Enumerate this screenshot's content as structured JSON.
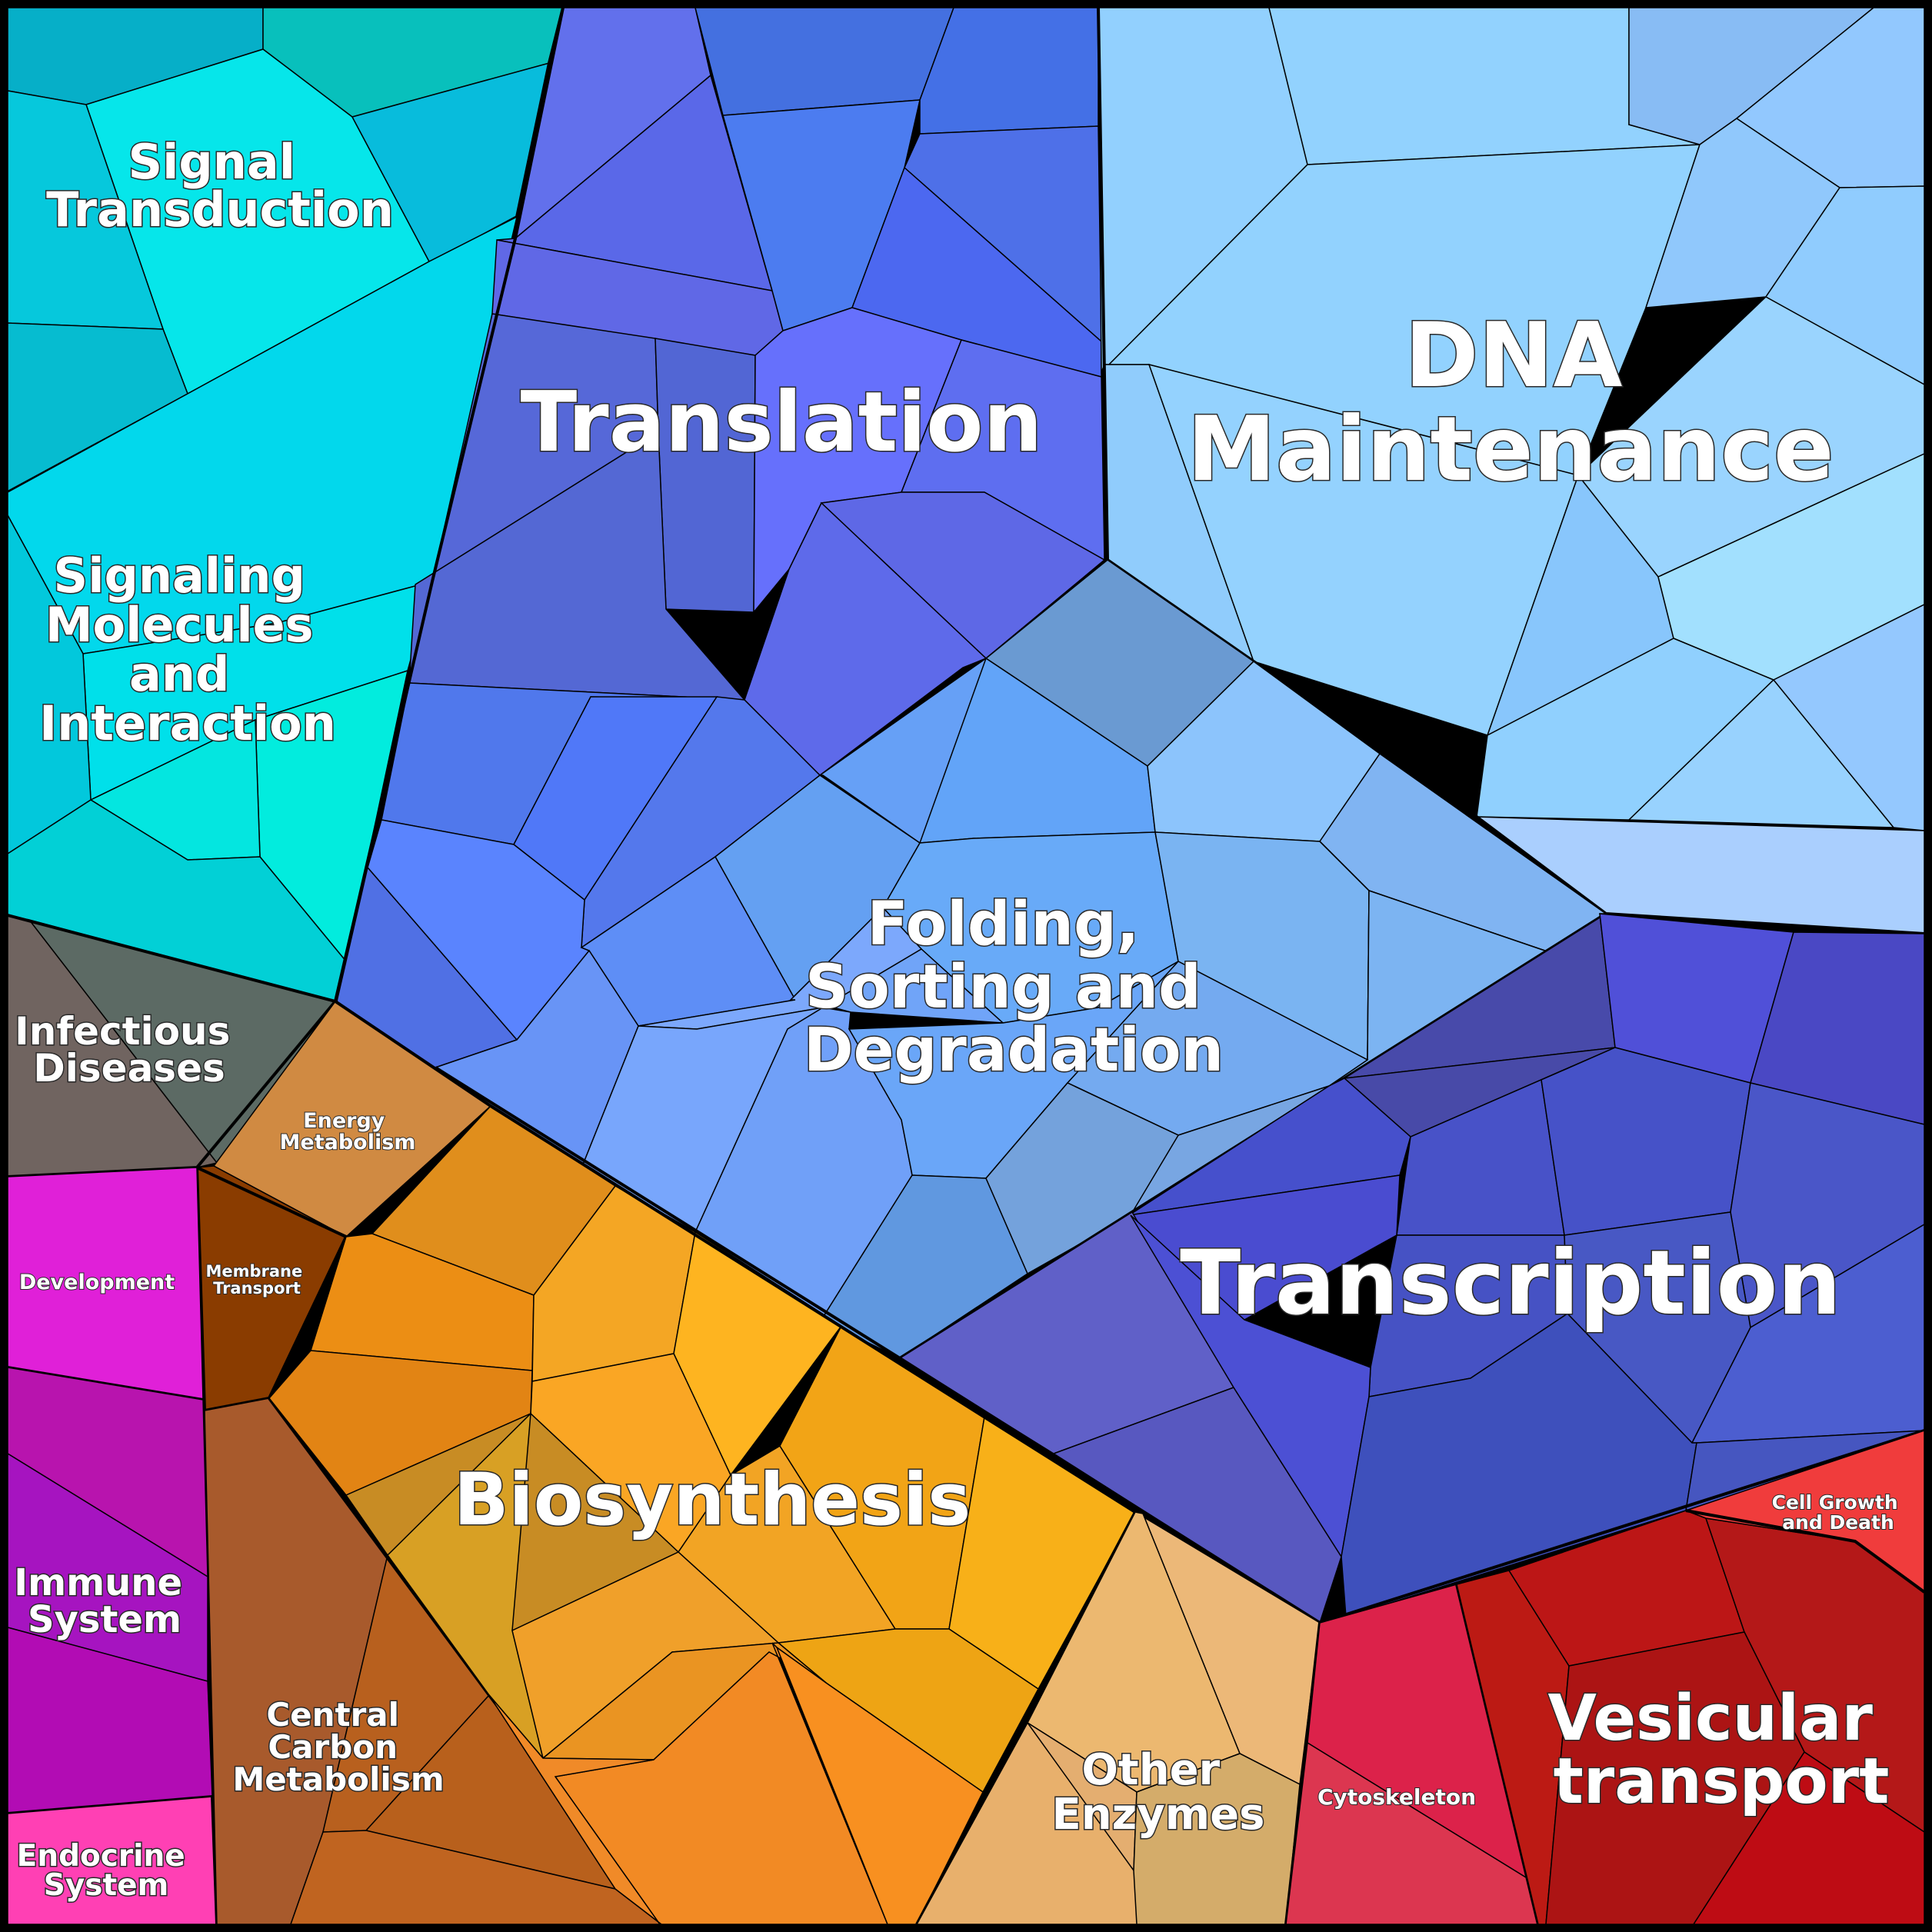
{
  "categories": [
    {
      "id": "signal-transduction",
      "lines": [
        "Signal",
        "Transduction"
      ],
      "color": "#08c4dc"
    },
    {
      "id": "signaling-molecules",
      "lines": [
        "Signaling",
        "Molecules",
        "and",
        "Interaction"
      ],
      "color": "#00dcec"
    },
    {
      "id": "translation",
      "lines": [
        "Translation"
      ],
      "color": "#5a6ee6"
    },
    {
      "id": "dna-maintenance",
      "lines": [
        "DNA",
        "Maintenance"
      ],
      "color": "#94d2ff"
    },
    {
      "id": "folding",
      "lines": [
        "Folding,",
        "Sorting and",
        "Degradation"
      ],
      "color": "#6aa6f4"
    },
    {
      "id": "transcription",
      "lines": [
        "Transcription"
      ],
      "color": "#4654c8"
    },
    {
      "id": "infectious-diseases",
      "lines": [
        "Infectious",
        "Diseases"
      ],
      "color": "#6c6c6c"
    },
    {
      "id": "energy-metabolism",
      "lines": [
        "Energy",
        "Metabolism"
      ],
      "color": "#d08c44"
    },
    {
      "id": "membrane-transport",
      "lines": [
        "Membrane",
        "Transport"
      ],
      "color": "#8a3c00"
    },
    {
      "id": "development",
      "lines": [
        "Development"
      ],
      "color": "#e020d8"
    },
    {
      "id": "biosynthesis",
      "lines": [
        "Biosynthesis"
      ],
      "color": "#f0a020"
    },
    {
      "id": "immune-system",
      "lines": [
        "Immune",
        "System"
      ],
      "color": "#b814b4"
    },
    {
      "id": "endocrine-system",
      "lines": [
        "Endocrine",
        "System"
      ],
      "color": "#ff40b4"
    },
    {
      "id": "central-carbon",
      "lines": [
        "Central",
        "Carbon",
        "Metabolism"
      ],
      "color": "#b05a24"
    },
    {
      "id": "other-enzymes",
      "lines": [
        "Other",
        "Enzymes"
      ],
      "color": "#eab46c"
    },
    {
      "id": "cytoskeleton",
      "lines": [
        "Cytoskeleton"
      ],
      "color": "#dc284c"
    },
    {
      "id": "vesicular-transport",
      "lines": [
        "Vesicular",
        "transport"
      ],
      "color": "#b41418"
    },
    {
      "id": "cell-growth",
      "lines": [
        "Cell Growth",
        "and Death"
      ],
      "color": "#f03c3c"
    }
  ]
}
